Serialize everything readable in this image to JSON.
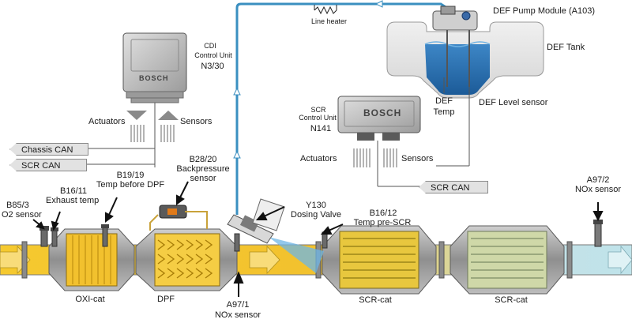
{
  "cdi": {
    "line1": "CDI",
    "line2": "Control Unit",
    "line3": "N3/30",
    "brand": "BOSCH",
    "actuators": "Actuators",
    "sensors": "Sensors"
  },
  "scr_unit": {
    "line1": "SCR",
    "line2": "Control Unit",
    "line3": "N141",
    "brand": "BOSCH",
    "actuators": "Actuators",
    "sensors": "Sensors"
  },
  "buses": {
    "chassis_can": "Chassis CAN",
    "scr_can_left": "SCR CAN",
    "scr_can_right": "SCR CAN"
  },
  "def": {
    "pump_module": "DEF Pump Module (A103)",
    "tank": "DEF Tank",
    "line_heater": "Line heater",
    "temp_line1": "DEF",
    "temp_line2": "Temp",
    "level_sensor": "DEF Level sensor"
  },
  "sensors": {
    "b85": {
      "line1": "B85/3",
      "line2": "O2 sensor"
    },
    "b16_11": {
      "line1": "B16/11",
      "line2": "Exhaust temp"
    },
    "b19": {
      "line1": "B19/19",
      "line2": "Temp before DPF"
    },
    "b28": {
      "line1": "B28/20",
      "line2": "Backpressure",
      "line3": "sensor"
    },
    "y130": {
      "line1": "Y130",
      "line2": "Dosing Valve"
    },
    "b16_12": {
      "line1": "B16/12",
      "line2": "Temp pre-SCR"
    },
    "a97_2": {
      "line1": "A97/2",
      "line2": "NOx sensor"
    },
    "a97_1": {
      "line1": "A97/1",
      "line2": "NOx sensor"
    }
  },
  "catalysts": {
    "oxi": "OXI-cat",
    "dpf": "DPF",
    "scr1": "SCR-cat",
    "scr2": "SCR-cat"
  },
  "colors": {
    "exhaust": "#f2c12e",
    "exhaust_light": "#f7da73",
    "clean_exhaust": "#bfe3ea",
    "def_fluid": "#2a73b8",
    "def_line": "#3a8fc0",
    "housing": "#9a9a9a",
    "ecu": "#b8b8b8"
  }
}
